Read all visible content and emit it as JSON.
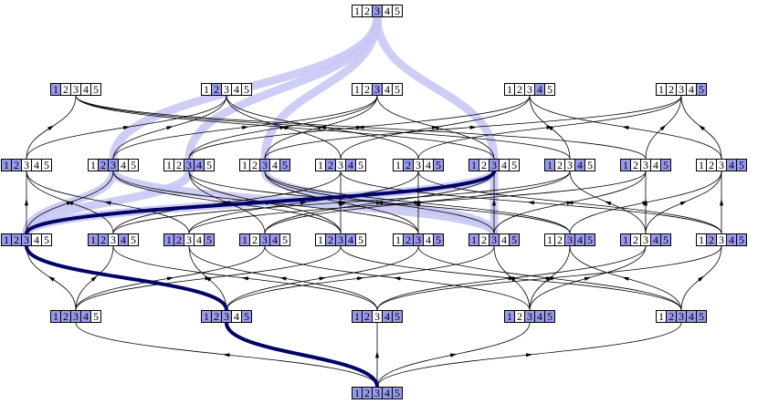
{
  "colors": {
    "set_fill": "#9999ee",
    "cell_empty": "#ffffff",
    "edge": "#000000",
    "chain_highlight": "#c8c8f4",
    "path_highlight": "#000066"
  },
  "digits": [
    "1",
    "2",
    "3",
    "4",
    "5"
  ],
  "levels": [
    [
      [
        0,
        0,
        1,
        0,
        0
      ]
    ],
    [
      [
        1,
        0,
        0,
        0,
        0
      ],
      [
        0,
        1,
        0,
        0,
        0
      ],
      [
        0,
        0,
        1,
        0,
        0
      ],
      [
        0,
        0,
        0,
        1,
        0
      ],
      [
        0,
        0,
        0,
        0,
        1
      ]
    ],
    [
      [
        1,
        1,
        0,
        0,
        0
      ],
      [
        0,
        1,
        1,
        0,
        0
      ],
      [
        0,
        0,
        1,
        1,
        0
      ],
      [
        0,
        0,
        1,
        0,
        1
      ],
      [
        0,
        1,
        0,
        1,
        0
      ],
      [
        0,
        1,
        0,
        0,
        1
      ],
      [
        1,
        0,
        1,
        0,
        0
      ],
      [
        1,
        0,
        0,
        1,
        0
      ],
      [
        1,
        0,
        0,
        0,
        1
      ],
      [
        0,
        0,
        0,
        1,
        1
      ]
    ],
    [
      [
        1,
        1,
        1,
        0,
        0
      ],
      [
        1,
        1,
        0,
        1,
        0
      ],
      [
        1,
        1,
        0,
        0,
        1
      ],
      [
        1,
        0,
        1,
        1,
        0
      ],
      [
        0,
        1,
        1,
        1,
        0
      ],
      [
        0,
        1,
        1,
        0,
        1
      ],
      [
        1,
        0,
        1,
        0,
        1
      ],
      [
        0,
        0,
        1,
        1,
        1
      ],
      [
        1,
        0,
        0,
        1,
        1
      ],
      [
        0,
        1,
        0,
        1,
        1
      ]
    ],
    [
      [
        1,
        1,
        1,
        1,
        0
      ],
      [
        1,
        1,
        1,
        0,
        1
      ],
      [
        1,
        1,
        0,
        1,
        1
      ],
      [
        1,
        0,
        1,
        1,
        1
      ],
      [
        0,
        1,
        1,
        1,
        1
      ]
    ],
    [
      [
        1,
        1,
        1,
        1,
        1
      ]
    ]
  ]
}
